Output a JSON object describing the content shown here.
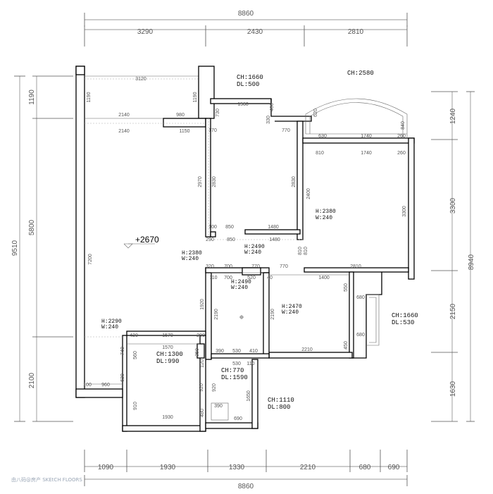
{
  "dims": {
    "top_total": "8860",
    "top": [
      "3290",
      "2430",
      "2810"
    ],
    "bottom": [
      "1090",
      "1930",
      "1330",
      "2210",
      "680",
      "690"
    ],
    "bottom_total": "8860",
    "left_total": "9510",
    "left": [
      "1190",
      "5800",
      "2100"
    ],
    "right": [
      "1240",
      "3300",
      "2150",
      "1630"
    ],
    "right_total": "8940"
  },
  "labels": {
    "ch1660_top": "CH:1660",
    "dl500": "DL:500",
    "ch2580": "CH:2580",
    "ch1660_right": "CH:1660",
    "dl530": "DL:530",
    "ch1300": "CH:1300",
    "dl990": "DL:990",
    "ch770": "CH:770",
    "dl1590": "DL:1590",
    "ch1110": "CH:1110",
    "dl800": "DL:800",
    "h2380_right": "H:2380",
    "w240_right": "W:240",
    "h2490_mid": "H:2490",
    "w240_mid": "W:240",
    "h2380_left": "H:2380",
    "w240_left": "W:240",
    "h2490_bath": "H:2490",
    "w240_bath": "W:240",
    "h2470": "H:2470",
    "w240_room": "W:240",
    "h2290": "H:2290",
    "w240_living": "W:240",
    "level": "+2670"
  },
  "inner_dims": {
    "d3120": "3120",
    "d1190a": "1190",
    "d1190b": "1190",
    "d2140a": "2140",
    "d980": "980",
    "d2140b": "2140",
    "d1150": "1150",
    "d1560": "1560",
    "d400": "400",
    "d730": "730",
    "d330": "330",
    "d770a": "770",
    "d170": "170",
    "d2970": "2970",
    "d2830a": "2830",
    "d2830b": "2830",
    "d100a": "100",
    "d850a": "850",
    "d1480a": "1480",
    "d290": "290",
    "d850b": "850",
    "d1480b": "1480",
    "d620": "620",
    "d840": "840",
    "d630": "630",
    "d1740a": "1740",
    "d260a": "260",
    "d810a": "810",
    "d1740b": "1740",
    "d260b": "260",
    "d2400": "2400",
    "d3300": "3300",
    "d810b": "810",
    "d810c": "810",
    "d7200": "7200",
    "d320": "320",
    "d700a": "700",
    "d770b": "770",
    "d770c": "770",
    "d2810": "2810",
    "d110": "110",
    "d700b": "700",
    "d520": "520",
    "d40": "40",
    "d1400": "1400",
    "d550": "550",
    "d1920": "1920",
    "d2190a": "2190",
    "d2190b": "2190",
    "d680a": "680",
    "d680b": "680",
    "d390": "390",
    "d530a": "530",
    "d410": "410",
    "d2210": "2210",
    "d450": "450",
    "d430": "430",
    "d1570a": "1570",
    "d200": "200",
    "d1570b": "1570",
    "d740": "740",
    "d560": "560",
    "d250": "250",
    "d120": "120",
    "d530b": "530",
    "d110b": "110",
    "d100b": "100",
    "d960": "960",
    "d630b": "630",
    "d920a": "920",
    "d920b": "920",
    "d1650": "1650",
    "d910": "910",
    "d1930": "1930",
    "d480": "480",
    "d390b": "390",
    "d690": "690"
  },
  "watermark": "由八码@房产 SKEtCH FLOORS"
}
